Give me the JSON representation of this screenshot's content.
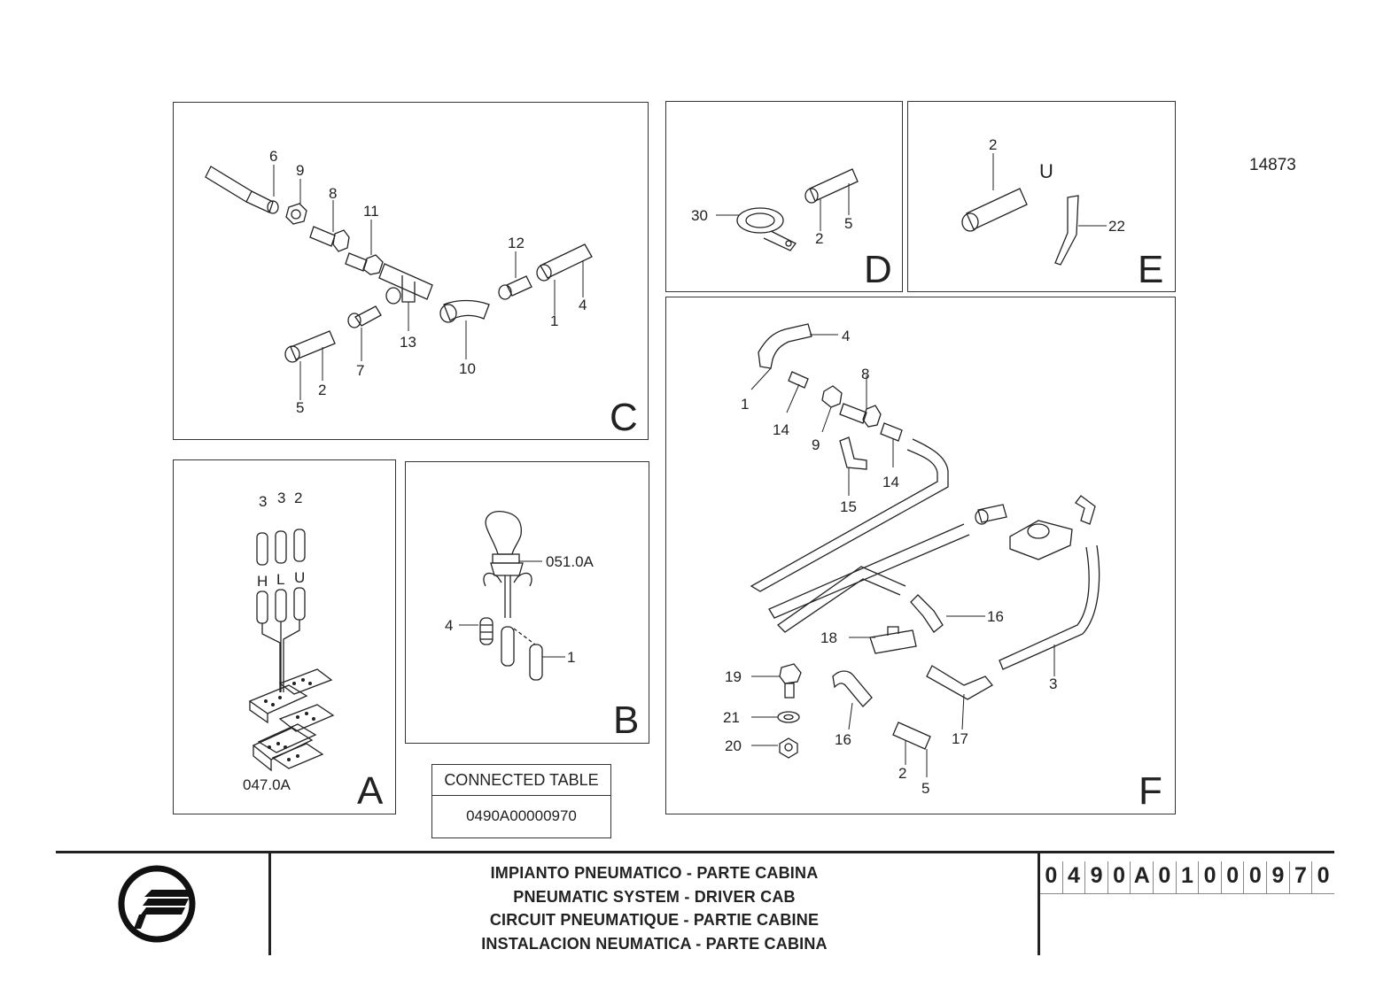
{
  "drawing_id": "14873",
  "panels": {
    "A": {
      "letter": "A",
      "labels": [
        "3",
        "3",
        "2",
        "H",
        "L",
        "U",
        "047.0A"
      ]
    },
    "B": {
      "letter": "B",
      "labels": [
        "051.0A",
        "4",
        "1"
      ]
    },
    "C": {
      "letter": "C",
      "labels": [
        "6",
        "9",
        "8",
        "11",
        "12",
        "1",
        "4",
        "13",
        "7",
        "10",
        "5",
        "2"
      ]
    },
    "D": {
      "letter": "D",
      "labels": [
        "30",
        "2",
        "5"
      ]
    },
    "E": {
      "letter": "E",
      "labels": [
        "2",
        "U",
        "22"
      ]
    },
    "F": {
      "letter": "F",
      "labels": [
        "4",
        "8",
        "1",
        "14",
        "9",
        "14",
        "15",
        "16",
        "18",
        "19",
        "21",
        "20",
        "16",
        "17",
        "3",
        "2",
        "5"
      ]
    }
  },
  "connected_table": {
    "header": "CONNECTED TABLE",
    "value": "0490A00000970"
  },
  "title_block": {
    "lines": [
      "IMPIANTO PNEUMATICO - PARTE CABINA",
      "PNEUMATIC SYSTEM - DRIVER CAB",
      "CIRCUIT PNEUMATIQUE - PARTIE CABINE",
      "INSTALACION NEUMATICA - PARTE CABINA"
    ],
    "code_chars": [
      "0",
      "4",
      "9",
      "0",
      "A",
      "0",
      "1",
      "0",
      "0",
      "0",
      "9",
      "7",
      "0"
    ]
  },
  "logo_icon": "brand-logo-icon"
}
